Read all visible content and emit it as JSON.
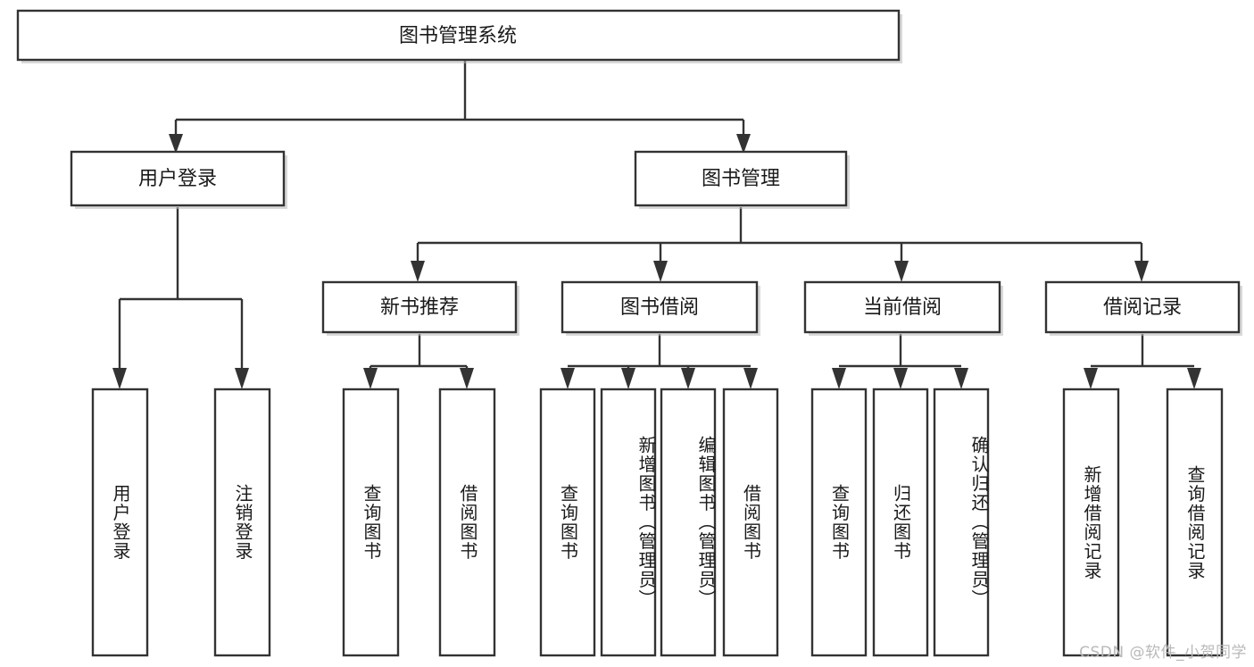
{
  "diagram": {
    "type": "tree-hierarchy",
    "title": "图书管理系统",
    "orientation": "top-down",
    "colors": {
      "box_fill": "#ffffff",
      "box_stroke": "#333333",
      "text": "#1a1a1a",
      "watermark": "#b9b9b9",
      "background": "#ffffff"
    },
    "root": {
      "label": "图书管理系统"
    },
    "level2": [
      {
        "label": "用户登录"
      },
      {
        "label": "图书管理"
      }
    ],
    "level3": [
      {
        "label": "新书推荐"
      },
      {
        "label": "图书借阅"
      },
      {
        "label": "当前借阅"
      },
      {
        "label": "借阅记录"
      }
    ],
    "leaves": {
      "user_login": [
        "用户登录",
        "注销登录"
      ],
      "new_book_recommend": [
        "查询图书",
        "借阅图书"
      ],
      "book_borrow": [
        "查询图书",
        "新增图书（管理员）",
        "编辑图书（管理员）",
        "借阅图书"
      ],
      "current_borrow": [
        "查询图书",
        "归还图书",
        "确认归还（管理员）"
      ],
      "borrow_record": [
        "新增借阅记录",
        "查询借阅记录"
      ]
    }
  },
  "watermark": {
    "text": "CSDN @软件_小贺同学"
  }
}
